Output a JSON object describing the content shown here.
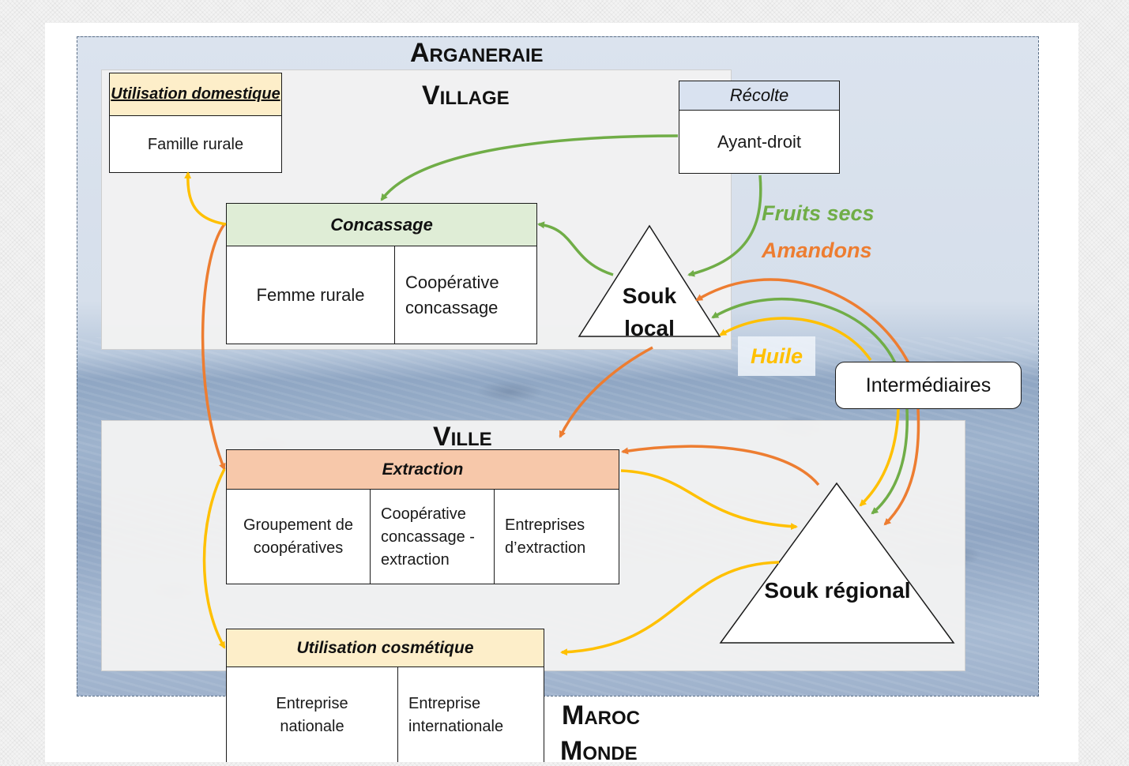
{
  "colors": {
    "green": "#70ad47",
    "orange": "#ed7d31",
    "yellow": "#ffc000",
    "domestic_header": "#fdeec9",
    "recolte_header": "#d9e2f0",
    "concassage_header": "#dfedd6",
    "extraction_header": "#f7c8aa"
  },
  "zones": {
    "arganeraie": "Arganeraie",
    "village": "Village",
    "ville": "Ville",
    "maroc": "Maroc",
    "monde": "Monde"
  },
  "boxes": {
    "domestique": {
      "header": "Utilisation domestique",
      "cell": "Famille rurale"
    },
    "recolte": {
      "header": "Récolte",
      "cell": "Ayant-droit"
    },
    "concassage": {
      "header": "Concassage",
      "cells": [
        "Femme rurale",
        "Coopérative concassage"
      ]
    },
    "extraction": {
      "header": "Extraction",
      "cells": [
        "Groupement de coopératives",
        "Coopérative concassage - extraction",
        "Entreprises d’extraction"
      ]
    },
    "cosmetique": {
      "header": "Utilisation cosmétique",
      "cells": [
        "Entreprise nationale",
        "Entreprise internationale"
      ]
    },
    "intermediaires": "Intermédiaires"
  },
  "markets": {
    "souk_local": "Souk local",
    "souk_regional": "Souk régional"
  },
  "flows": {
    "fruits_secs": "Fruits secs",
    "amandons": "Amandons",
    "huile": "Huile"
  }
}
